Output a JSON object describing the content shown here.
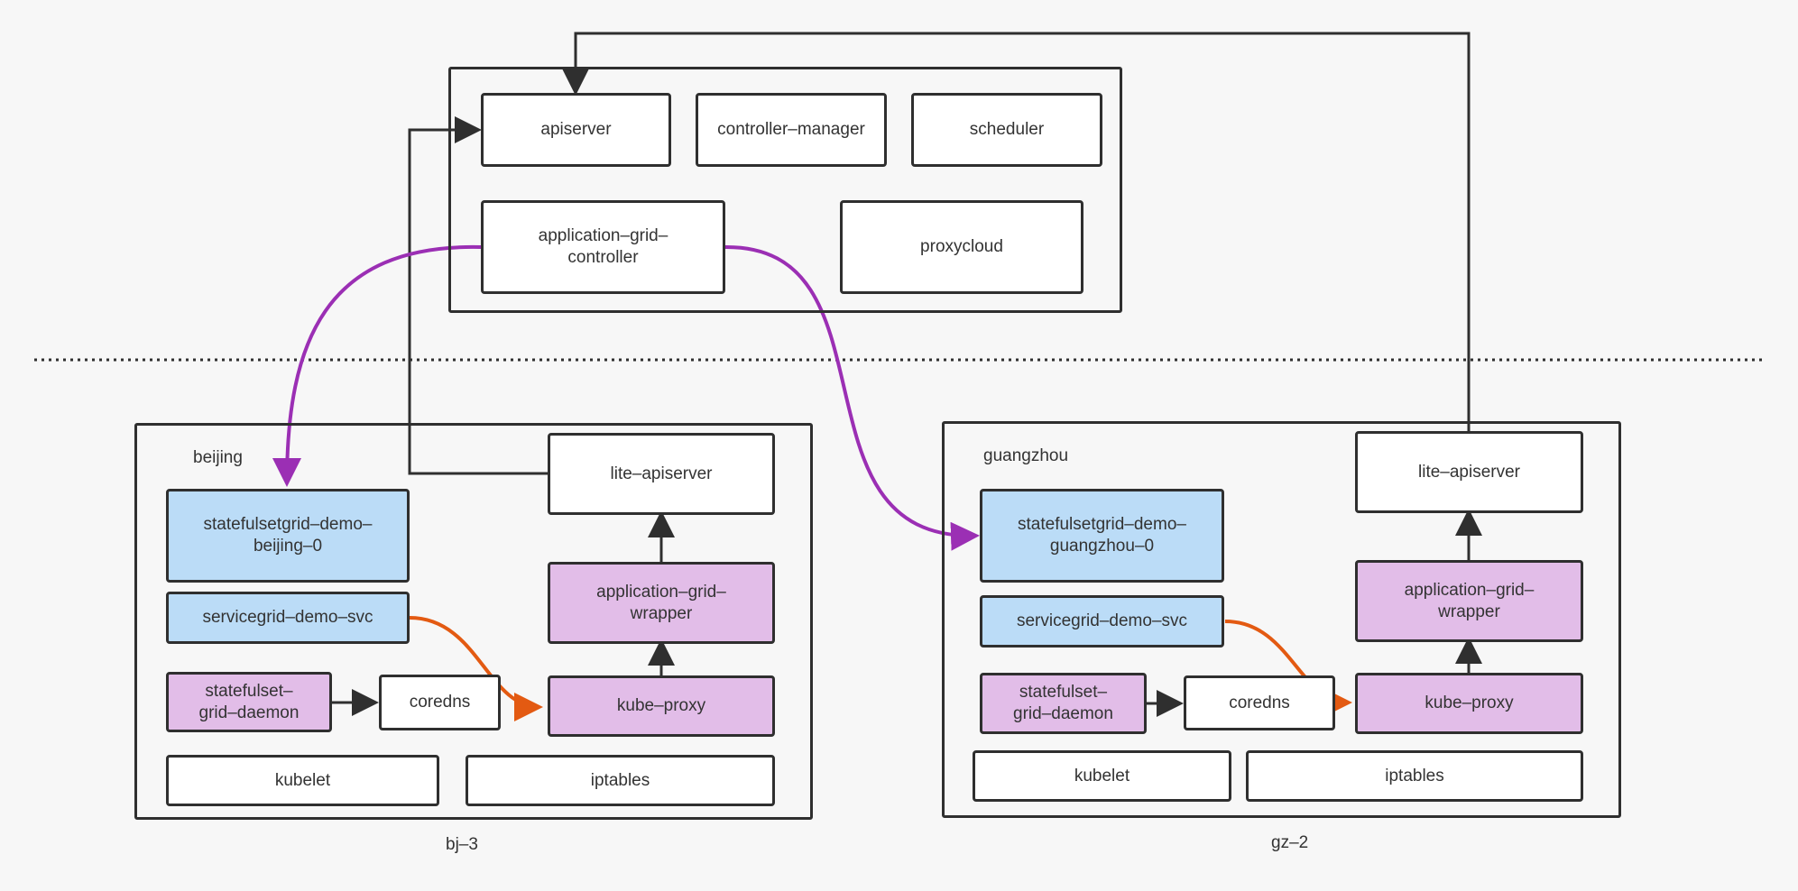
{
  "control_plane": {
    "apiserver": "apiserver",
    "controller_manager": "controller–manager",
    "scheduler": "scheduler",
    "application_grid_controller": "application–grid–\ncontroller",
    "proxycloud": "proxycloud"
  },
  "beijing": {
    "title": "beijing",
    "node_name": "bj–3",
    "lite_apiserver": "lite–apiserver",
    "statefulsetgrid_pod": "statefulsetgrid–demo–\nbeijing–0",
    "servicegrid_svc": "servicegrid–demo–svc",
    "application_grid_wrapper": "application–grid–\nwrapper",
    "statefulset_grid_daemon": "statefulset–\ngrid–daemon",
    "coredns": "coredns",
    "kube_proxy": "kube–proxy",
    "kubelet": "kubelet",
    "iptables": "iptables"
  },
  "guangzhou": {
    "title": "guangzhou",
    "node_name": "gz–2",
    "lite_apiserver": "lite–apiserver",
    "statefulsetgrid_pod": "statefulsetgrid–demo–\nguangzhou–0",
    "servicegrid_svc": "servicegrid–demo–svc",
    "application_grid_wrapper": "application–grid–\nwrapper",
    "statefulset_grid_daemon": "statefulset–\ngrid–daemon",
    "coredns": "coredns",
    "kube_proxy": "kube–proxy",
    "kubelet": "kubelet",
    "iptables": "iptables"
  },
  "colors": {
    "pod_blue": "#bbdcf7",
    "component_purple": "#e2bde8",
    "controller_arrow": "#9b2fb4",
    "proxy_arrow": "#e35a12",
    "line_dark": "#2f2f2f"
  }
}
